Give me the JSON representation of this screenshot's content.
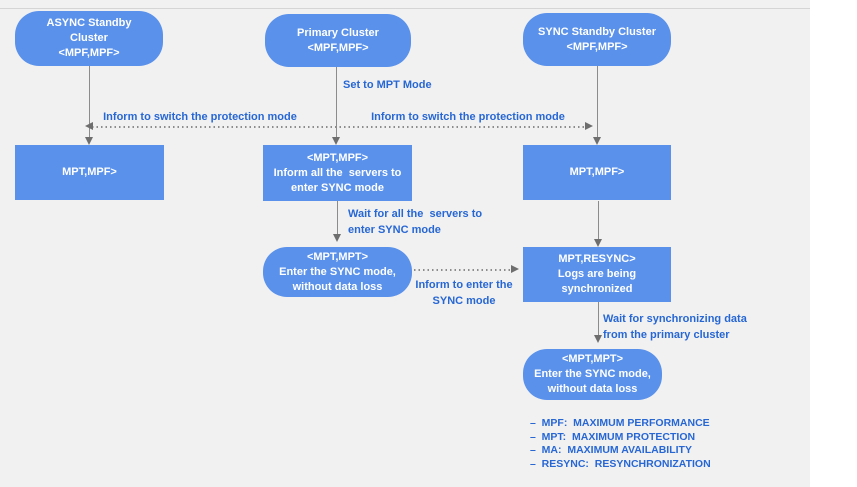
{
  "colors": {
    "node_fill": "#5A91EB",
    "node_text": "#FFFFFF",
    "label_text": "#2767D4",
    "panel_bg": "#F1F1F2",
    "line_gray": "#8C8C8C"
  },
  "nodes": {
    "async_standby": {
      "lines": [
        "ASYNC Standby",
        "Cluster",
        "<MPF,MPF>"
      ]
    },
    "primary": {
      "lines": [
        "Primary Cluster",
        "<MPF,MPF>"
      ]
    },
    "sync_standby": {
      "lines": [
        "SYNC Standby Cluster",
        "<MPF,MPF>"
      ]
    },
    "async_mpt": {
      "lines": [
        "MPT,MPF>"
      ]
    },
    "primary_mpt": {
      "lines": [
        "<MPT,MPF>",
        "Inform all the  servers to",
        "enter SYNC mode"
      ]
    },
    "sync_mpt": {
      "lines": [
        "MPT,MPF>"
      ]
    },
    "primary_sync_mode": {
      "lines": [
        "<MPT,MPT>",
        "Enter the SYNC mode,",
        "without data loss"
      ]
    },
    "sync_resync": {
      "lines": [
        "MPT,RESYNC>",
        "Logs are being",
        "synchronized"
      ]
    },
    "sync_final": {
      "lines": [
        "<MPT,MPT>",
        "Enter the SYNC mode,",
        "without data loss"
      ]
    }
  },
  "edge_labels": {
    "set_to_mpt": "Set to MPT Mode",
    "inform_switch_left": "Inform to switch the protection mode",
    "inform_switch_right": "Inform to switch the protection mode",
    "wait_all_servers": {
      "lines": [
        "Wait for all the  servers to",
        "enter SYNC mode"
      ]
    },
    "inform_enter_sync": {
      "lines": [
        "Inform to enter the",
        "SYNC mode"
      ]
    },
    "wait_sync_data": {
      "lines": [
        "Wait for synchronizing data",
        "from the primary cluster"
      ]
    }
  },
  "legend": {
    "items": [
      "–  MPF:  MAXIMUM PERFORMANCE",
      "–  MPT:  MAXIMUM PROTECTION",
      "–  MA:  MAXIMUM AVAILABILITY",
      "–  RESYNC:  RESYNCHRONIZATION"
    ]
  }
}
